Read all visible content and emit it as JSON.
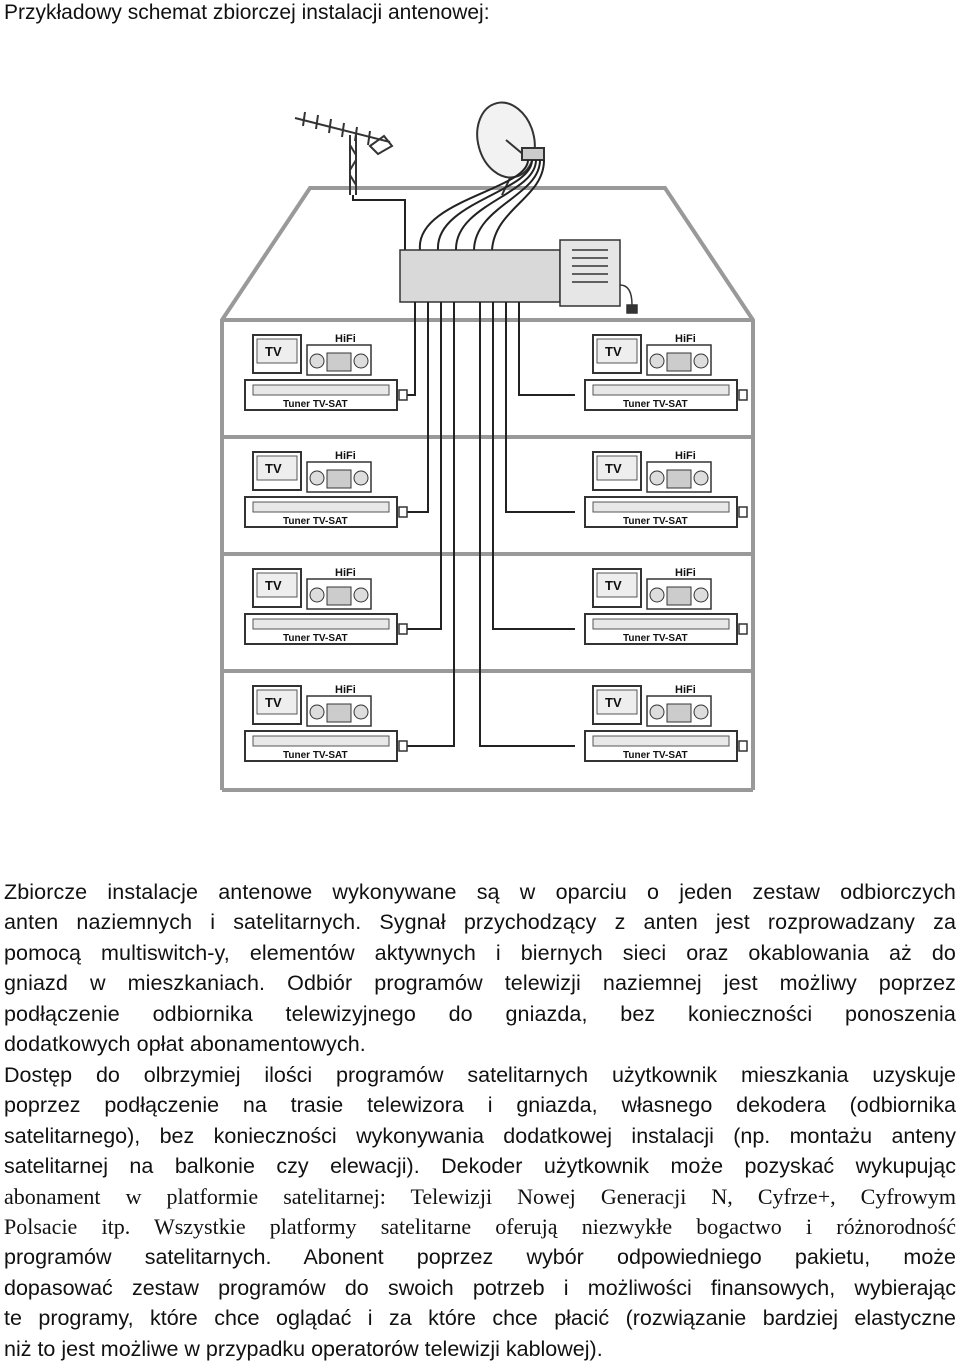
{
  "heading": "Przykładowy schemat zbiorczej instalacji  antenowej:",
  "diagram": {
    "units": [
      {
        "tv": "TV",
        "hifi": "HiFi",
        "tuner": "Tuner TV-SAT"
      },
      {
        "tv": "TV",
        "hifi": "HiFi",
        "tuner": "Tuner TV-SAT"
      },
      {
        "tv": "TV",
        "hifi": "HiFi",
        "tuner": "Tuner TV-SAT"
      },
      {
        "tv": "TV",
        "hifi": "HiFi",
        "tuner": "Tuner TV-SAT"
      },
      {
        "tv": "TV",
        "hifi": "HiFi",
        "tuner": "Tuner TV-SAT"
      },
      {
        "tv": "TV",
        "hifi": "HiFi",
        "tuner": "Tuner TV-SAT"
      },
      {
        "tv": "TV",
        "hifi": "HiFi",
        "tuner": "Tuner TV-SAT"
      },
      {
        "tv": "TV",
        "hifi": "HiFi",
        "tuner": "Tuner TV-SAT"
      }
    ]
  },
  "paragraph1": [
    "Zbiorcze instalacje antenowe wykonywane są w oparciu o jeden zestaw odbiorczych",
    "anten naziemnych i satelitarnych. Sygnał przychodzący z anten jest rozprowadzany za",
    "pomocą multiswitch-y, elementów aktywnych i biernych sieci oraz okablowania aż do",
    "gniazd  w mieszkaniach. Odbiór programów telewizji naziemnej jest możliwy poprzez",
    "podłączenie odbiornika telewizyjnego do gniazda, bez konieczności ponoszenia",
    "dodatkowych opłat abonamentowych."
  ],
  "paragraph2": [
    "Dostęp do olbrzymiej ilości programów satelitarnych użytkownik mieszkania uzyskuje",
    "poprzez podłączenie na trasie telewizora i gniazda, własnego dekodera (odbiornika",
    "satelitarnego), bez konieczności wykonywania dodatkowej instalacji (np. montażu anteny",
    "satelitarnej na balkonie czy elewacji). Dekoder użytkownik może pozyskać wykupując",
    "abonament w platformie satelitarnej: Telewizji Nowej Generacji N, Cyfrze+, Cyfrowym",
    "Polsacie itp. Wszystkie platformy satelitarne oferują niezwykłe bogactwo i różnorodność",
    "programów satelitarnych. Abonent poprzez wybór odpowiedniego pakietu, może",
    "dopasować zestaw programów do swoich potrzeb i możliwości finansowych, wybierając",
    "te programy, które chce oglądać i za które chce płacić (rozwiązanie bardziej elastyczne",
    "niż to jest możliwe w przypadku operatorów telewizji kablowej)."
  ]
}
